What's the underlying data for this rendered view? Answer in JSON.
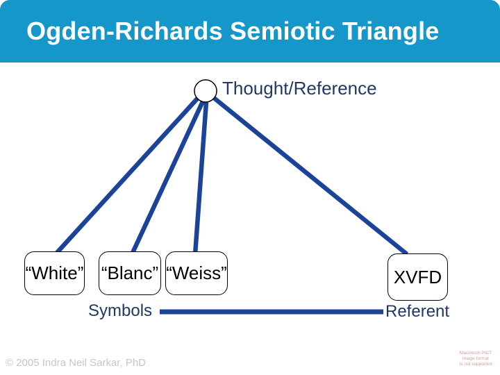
{
  "slide": {
    "title": "Ogden-Richards Semiotic Triangle"
  },
  "colors": {
    "header_bg": "#1697C9",
    "navy_line": "#1B4499",
    "navy_text": "#1F3864",
    "box_border": "#000000",
    "copyright_gray": "#C6C6C6",
    "watermark_pink": "#D89C9C"
  },
  "diagram": {
    "thought_label": "Thought/Reference",
    "symbol_boxes": [
      {
        "label": "“White”"
      },
      {
        "label": "“Blanc”"
      },
      {
        "label": "“Weiss”"
      }
    ],
    "referent_box_label": "XVFD",
    "symbols_label": "Symbols",
    "referent_label": "Referent"
  },
  "footer": {
    "copyright": "© 2005 Indra Neil Sarkar, PhD",
    "watermark": [
      "Macintosh PICT",
      "image format",
      "is not supported"
    ]
  }
}
